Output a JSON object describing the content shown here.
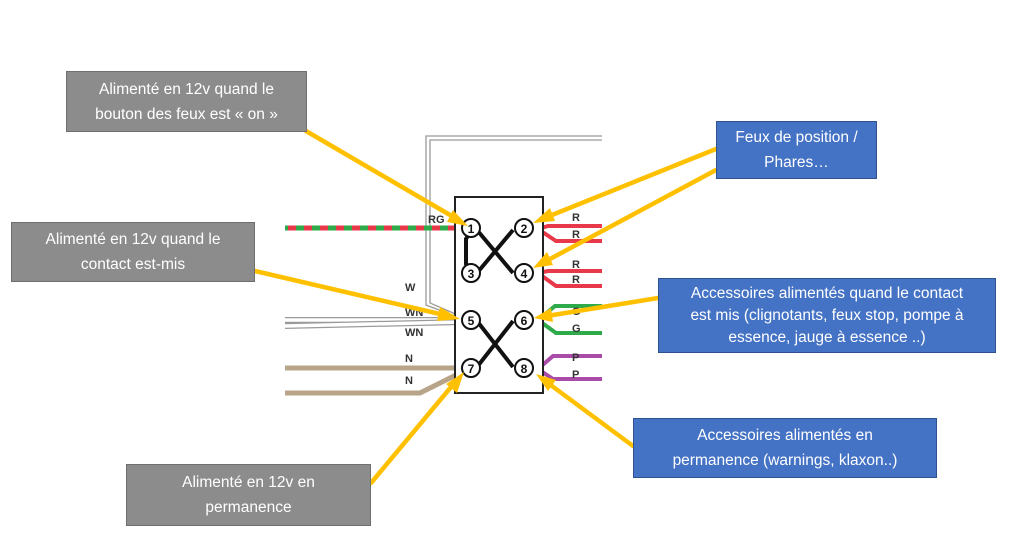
{
  "colors": {
    "arrow": "#ffc000",
    "callout_gray": "#8c8c8c",
    "callout_blue": "#4472c4",
    "wire_red": "#e8394b",
    "wire_green": "#2eaa4a",
    "wire_white_outline": "#9a9a9a",
    "wire_brown": "#b8a488",
    "wire_purple": "#a94ca8",
    "terminal_link": "#111111"
  },
  "callouts": {
    "feux_on": {
      "line1": "Alimenté en 12v quand le",
      "line2": "bouton des feux est « on »"
    },
    "contact_mis": {
      "line1": "Alimenté en 12v quand le",
      "line2": "contact est-mis"
    },
    "permanence": {
      "line1": "Alimenté en 12v en",
      "line2": "permanence"
    },
    "feux_position": {
      "line1": "Feux de position /",
      "line2": "Phares…"
    },
    "accessoires_contact": {
      "line1": "Accessoires alimentés quand le contact",
      "line2": "est mis (clignotants, feux stop, pompe à",
      "line3": "essence, jauge à essence ..)"
    },
    "accessoires_permanence": {
      "line1": "Accessoires alimentés en",
      "line2": "permanence (warnings, klaxon..)"
    }
  },
  "terminals": [
    "1",
    "2",
    "3",
    "4",
    "5",
    "6",
    "7",
    "8"
  ],
  "wire_labels": {
    "left": {
      "rg": "RG",
      "w": "W",
      "wn1": "WN",
      "wn2": "WN",
      "n1": "N",
      "n2": "N"
    },
    "right": {
      "r1": "R",
      "r2": "R",
      "r3": "R",
      "r4": "R",
      "g1": "G",
      "g2": "G",
      "p1": "P",
      "p2": "P"
    }
  }
}
